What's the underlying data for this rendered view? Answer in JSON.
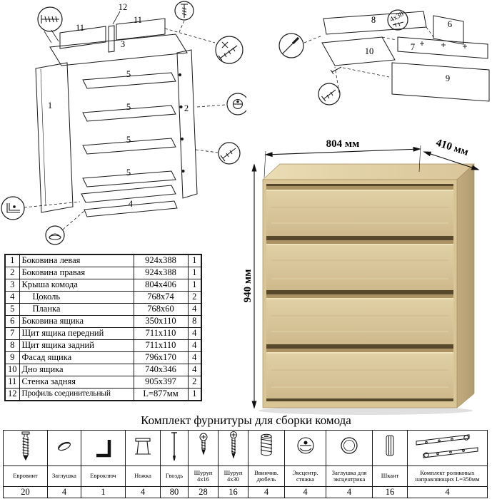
{
  "page": {
    "hardware_title": "Комплект фурнитуры для сборки комода"
  },
  "dresser": {
    "width_label": "804 мм",
    "depth_label": "410 мм",
    "height_label": "940 мм"
  },
  "diagram": {
    "main": {
      "l1": "1",
      "l2": "2",
      "l3": "3",
      "l4": "4",
      "l5a": "5",
      "l5b": "5",
      "l5c": "5",
      "l5d": "5",
      "l11a": "11",
      "l11b": "11",
      "l12": "12"
    },
    "drawer": {
      "l6": "6",
      "l7": "7",
      "l8": "8",
      "l9": "9",
      "l10": "10",
      "screw_label": "4x30"
    }
  },
  "parts_table": {
    "rows": [
      {
        "num": "1",
        "name": "Боковина левая",
        "size": "924x388",
        "qty": "1"
      },
      {
        "num": "2",
        "name": "Боковина правая",
        "size": "924x388",
        "qty": "1"
      },
      {
        "num": "3",
        "name": "Крыша комода",
        "size": "804x406",
        "qty": "1"
      },
      {
        "num": "4",
        "name": "Цоколь",
        "size": "768x74",
        "qty": "2"
      },
      {
        "num": "5",
        "name": "Планка",
        "size": "768x60",
        "qty": "4"
      },
      {
        "num": "6",
        "name": "Боковина ящика",
        "size": "350x110",
        "qty": "8"
      },
      {
        "num": "7",
        "name": "Щит ящика передний",
        "size": "711x110",
        "qty": "4"
      },
      {
        "num": "8",
        "name": "Щит ящика задний",
        "size": "711x110",
        "qty": "4"
      },
      {
        "num": "9",
        "name": "Фасад ящика",
        "size": "796x170",
        "qty": "4"
      },
      {
        "num": "10",
        "name": "Дно ящика",
        "size": "740x346",
        "qty": "4"
      },
      {
        "num": "11",
        "name": "Стенка задняя",
        "size": "905x397",
        "qty": "2"
      },
      {
        "num": "12",
        "name": "Профиль соединительный",
        "size": "L=877мм",
        "qty": "1"
      }
    ]
  },
  "hardware_table": {
    "items": [
      {
        "icon": "confirmat-screw-icon",
        "name": "Евровинт",
        "qty": "20"
      },
      {
        "icon": "cap-plug-icon",
        "name": "Заглушка",
        "qty": "4"
      },
      {
        "icon": "hex-key-icon",
        "name": "Евроключ",
        "qty": "1"
      },
      {
        "icon": "furniture-leg-icon",
        "name": "Ножка",
        "qty": "4"
      },
      {
        "icon": "nail-icon",
        "name": "Гвоздь",
        "qty": "80"
      },
      {
        "icon": "screw-4x16-icon",
        "name": "Шуруп 4x16",
        "qty": "28"
      },
      {
        "icon": "screw-4x30-icon",
        "name": "Шуруп 4x30",
        "qty": "16"
      },
      {
        "icon": "screw-in-dowel-icon",
        "name": "Ввинчив. дюбель",
        "qty": "4"
      },
      {
        "icon": "cam-lock-icon",
        "name": "Эксцентр. стяжка",
        "qty": "4"
      },
      {
        "icon": "cam-cap-icon",
        "name": "Заглушка для эксцентрика",
        "qty": "4"
      },
      {
        "icon": "wood-dowel-icon",
        "name": "Шкант",
        "qty": "16"
      },
      {
        "icon": "drawer-slides-icon",
        "name": "Комплект роликовых направляющих L=350мм",
        "qty": "4"
      }
    ]
  }
}
